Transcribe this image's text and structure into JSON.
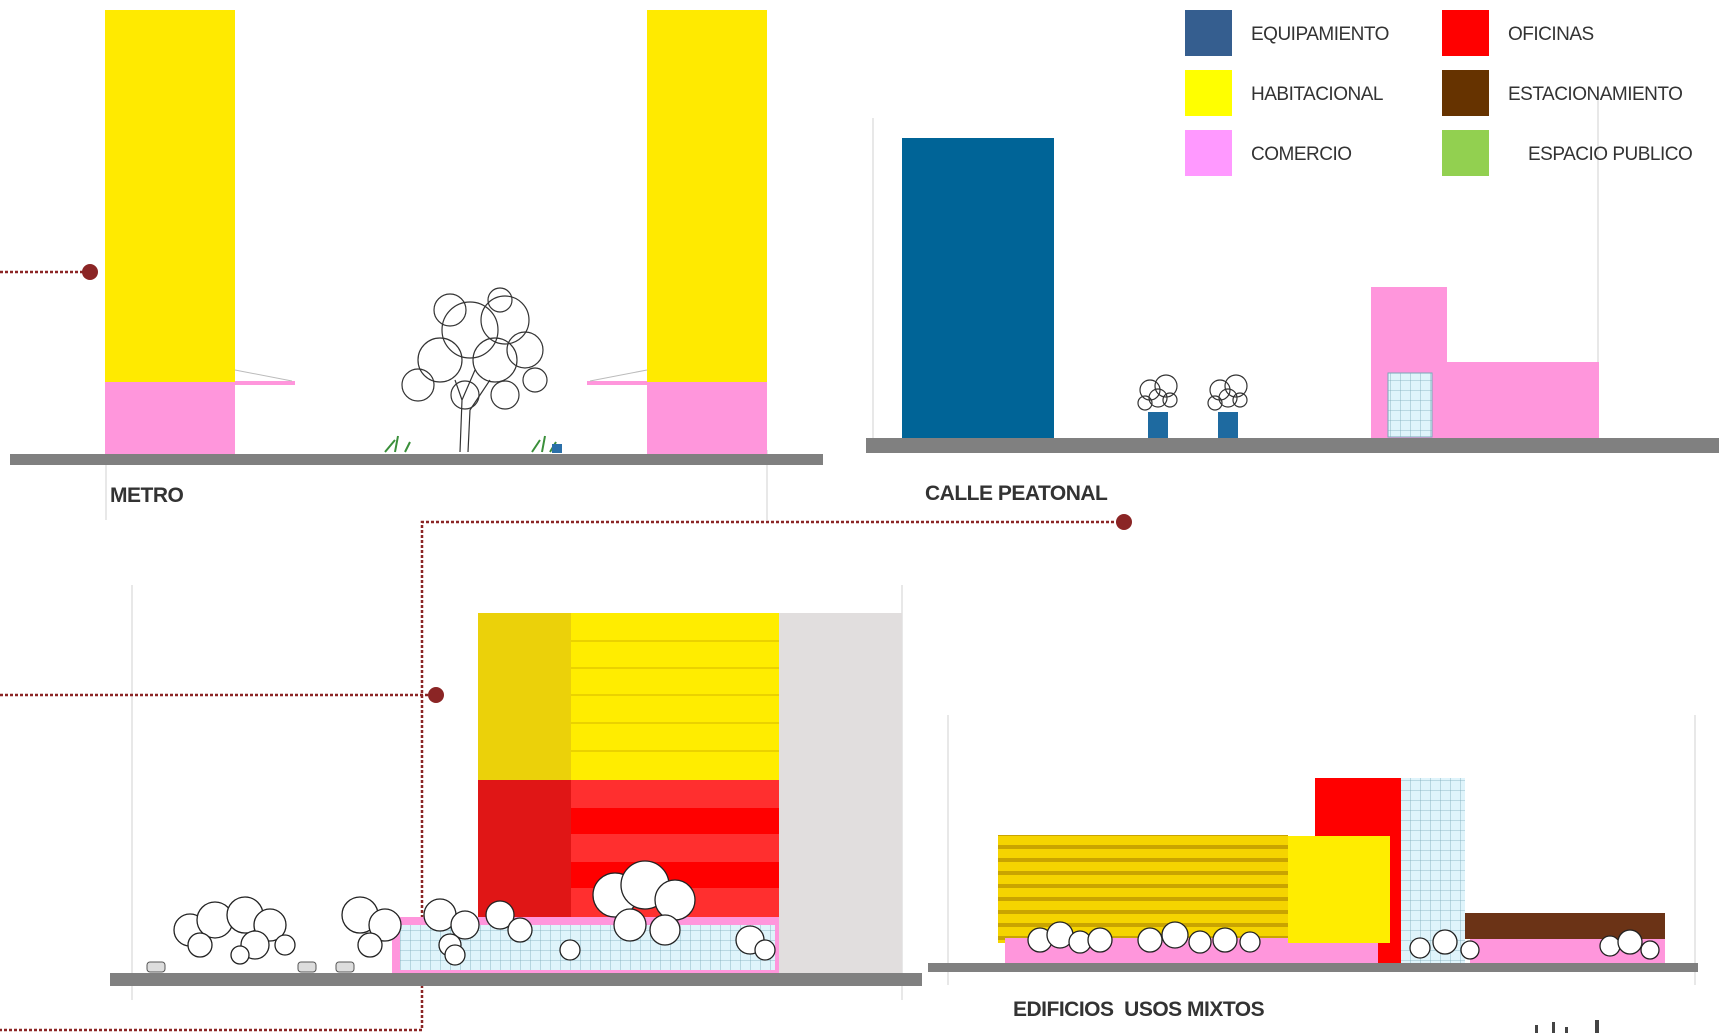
{
  "legend": {
    "items": [
      {
        "label": "EQUIPAMIENTO",
        "color": "#355e8f"
      },
      {
        "label": "HABITACIONAL",
        "color": "#ffff00"
      },
      {
        "label": "COMERCIO",
        "color": "#ff99ff"
      },
      {
        "label": "OFICINAS",
        "color": "#ff0000"
      },
      {
        "label": "ESTACIONAMIENTO",
        "color": "#663300"
      },
      {
        "label": "ESPACIO PUBLICO",
        "color": "#92d050"
      }
    ]
  },
  "sections": {
    "metro": "METRO",
    "calle_peatonal": "CALLE PEATONAL",
    "edificios_usos_mixtos": "EDIFICIOS  USOS MIXTOS"
  },
  "colors": {
    "ground": "#808080",
    "leader": "#8b2525",
    "habitacional": "#ffea00",
    "comercio": "#ff96dc",
    "equipamiento": "#006497",
    "oficinas": "#ff0000",
    "estacionamiento": "#6b3316",
    "glass": "#d4f0fb"
  }
}
